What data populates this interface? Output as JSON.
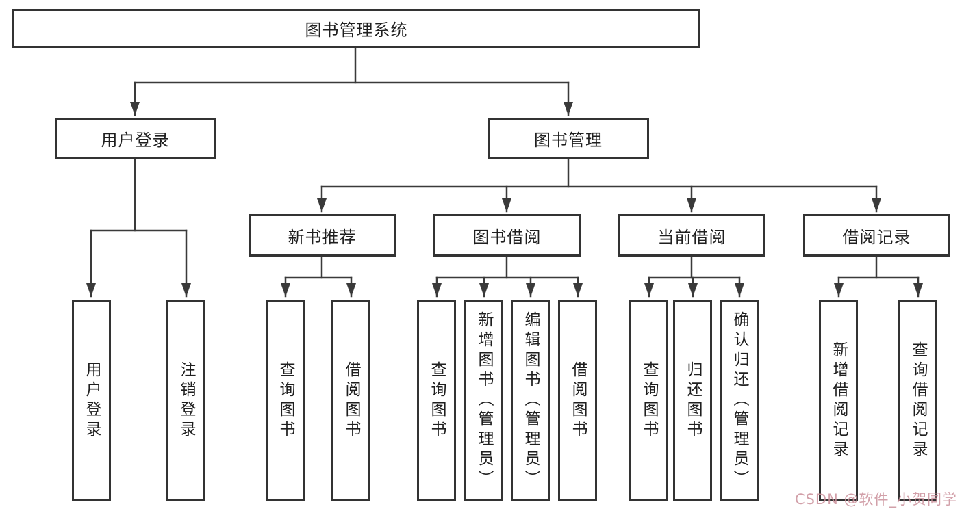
{
  "diagram": {
    "title": "图书管理系统",
    "level2": [
      {
        "label": "用户登录"
      },
      {
        "label": "图书管理"
      }
    ],
    "level3": [
      {
        "label": "新书推荐"
      },
      {
        "label": "图书借阅"
      },
      {
        "label": "当前借阅"
      },
      {
        "label": "借阅记录"
      }
    ],
    "leaves": [
      {
        "label": "用户登录"
      },
      {
        "label": "注销登录"
      },
      {
        "label": "查询图书"
      },
      {
        "label": "借阅图书"
      },
      {
        "label": "查询图书"
      },
      {
        "label": "新增图书（管理员）"
      },
      {
        "label": "编辑图书（管理员）"
      },
      {
        "label": "借阅图书"
      },
      {
        "label": "查询图书"
      },
      {
        "label": "归还图书"
      },
      {
        "label": "确认归还（管理员）"
      },
      {
        "label": "新增借阅记录"
      },
      {
        "label": "查询借阅记录"
      }
    ]
  },
  "watermark": {
    "text": "CSDN @软件_小贺同学"
  },
  "colors": {
    "border": "#333333",
    "line": "#3a3a3a",
    "text": "#1f1f1f",
    "background": "#ffffff",
    "watermark": "#cb909b"
  }
}
